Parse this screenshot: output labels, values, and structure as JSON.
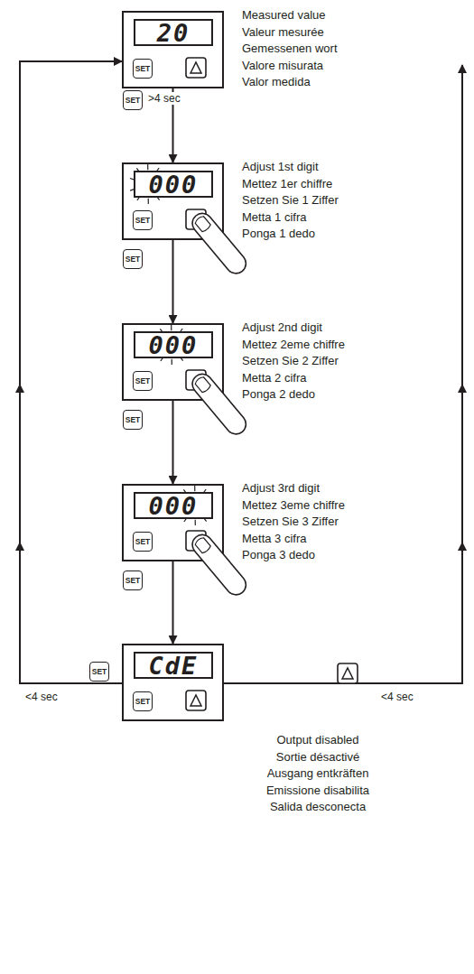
{
  "diagram": {
    "nodes": [
      {
        "text": [
          "20",
          "SET",
          "Measured value",
          "Valeur mesurée",
          "Gemessenen wort",
          "Valore misurata",
          "Valor medida"
        ]
      },
      {
        "text": [
          "000",
          "SET",
          "Adjust 1st digit",
          "Mettez 1er chiffre",
          "Setzen Sie 1 Ziffer",
          "Metta 1 cifra",
          "Ponga 1 dedo"
        ]
      },
      {
        "text": [
          "000",
          "SET",
          "Adjust 2nd digit",
          "Mettez 2eme chiffre",
          "Setzen Sie 2 Ziffer",
          "Metta 2 cifra",
          "Ponga 2 dedo"
        ]
      },
      {
        "text": [
          "000",
          "SET",
          "Adjust 3rd digit",
          "Mettez 3eme chiffre",
          "Setzen Sie 3 Ziffer",
          "Metta 3 cifra",
          "Ponga 3 dedo"
        ]
      },
      {
        "text": [
          "CdE",
          "SET",
          "Output disabled",
          "Sortie désactivé",
          "Ausgang entkräften",
          "Emissione disabilita",
          "Salida desconecta"
        ]
      }
    ],
    "edges": [
      {
        "from": 0,
        "to": 1,
        "arrow": "to",
        "label": ">4 sec"
      },
      {
        "from": 1,
        "to": 2,
        "arrow": "to"
      },
      {
        "from": 2,
        "to": 3,
        "arrow": "to"
      },
      {
        "from": 3,
        "to": 4,
        "arrow": "to"
      },
      {
        "from": 4,
        "to": 0,
        "arrow": "to",
        "label": "<4 sec"
      },
      {
        "from": 4,
        "to": 0,
        "arrow": "to",
        "label": "<4 sec"
      }
    ],
    "labels": [
      "SET",
      "SET",
      "SET",
      "SET",
      "SET"
    ]
  }
}
